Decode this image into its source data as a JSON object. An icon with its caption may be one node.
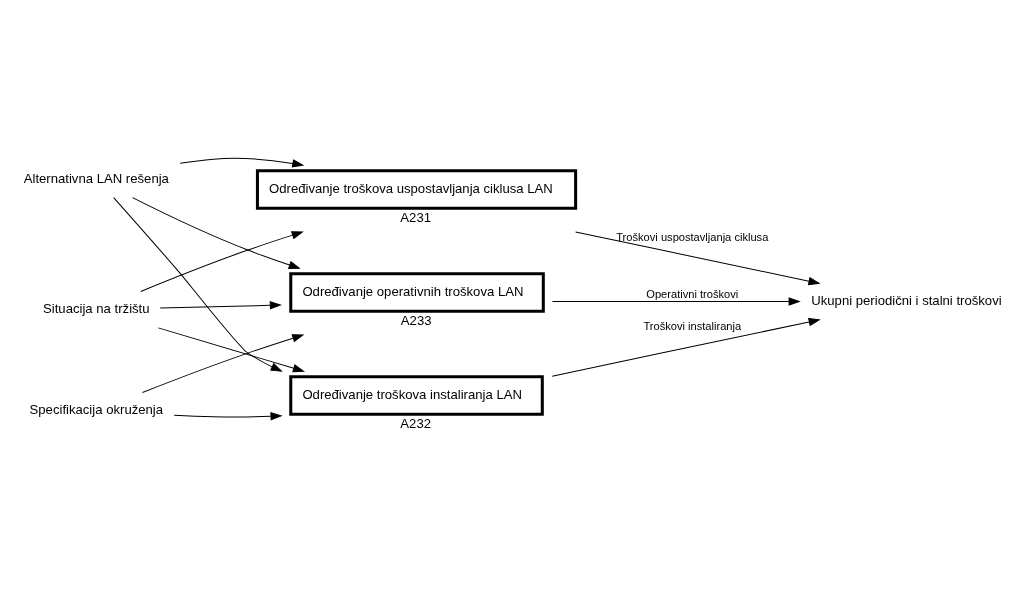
{
  "diagram": {
    "nodes": [
      {
        "text": [
          "Situacija na tržištu"
        ]
      },
      {
        "text": [
          "Specifikacija okruženja"
        ]
      },
      {
        "text": [
          "Alternativna LAN rešenja"
        ]
      },
      {
        "text": [
          "Određivanje troškova uspostavljanja ciklusa LAN"
        ],
        "beside": [
          "A231"
        ]
      },
      {
        "text": [
          "Određivanje troškova instaliranja LAN"
        ],
        "beside": [
          "A232"
        ]
      },
      {
        "text": [
          "Određivanje operativnih troškova LAN"
        ],
        "beside": [
          "A233"
        ]
      },
      {
        "text": [
          "Ukupni periodični i stalni troškovi"
        ]
      }
    ],
    "edges": [
      {
        "from": 0,
        "to": 3,
        "arrow": "to"
      },
      {
        "from": 0,
        "to": 4,
        "arrow": "to"
      },
      {
        "from": 0,
        "to": 5,
        "arrow": "to"
      },
      {
        "from": 1,
        "to": 4,
        "arrow": "to"
      },
      {
        "from": 1,
        "to": 5,
        "arrow": "to"
      },
      {
        "from": 2,
        "to": 3,
        "arrow": "to"
      },
      {
        "from": 2,
        "to": 4,
        "arrow": "to"
      },
      {
        "from": 2,
        "to": 5,
        "arrow": "to"
      },
      {
        "from": 3,
        "to": 6,
        "arrow": "to",
        "label": "Troškovi uspostavljanja ciklusa"
      },
      {
        "from": 4,
        "to": 6,
        "arrow": "to",
        "label": "Troškovi instaliranja"
      },
      {
        "from": 5,
        "to": 6,
        "arrow": "to",
        "label": "Operativni troškovi"
      }
    ]
  }
}
